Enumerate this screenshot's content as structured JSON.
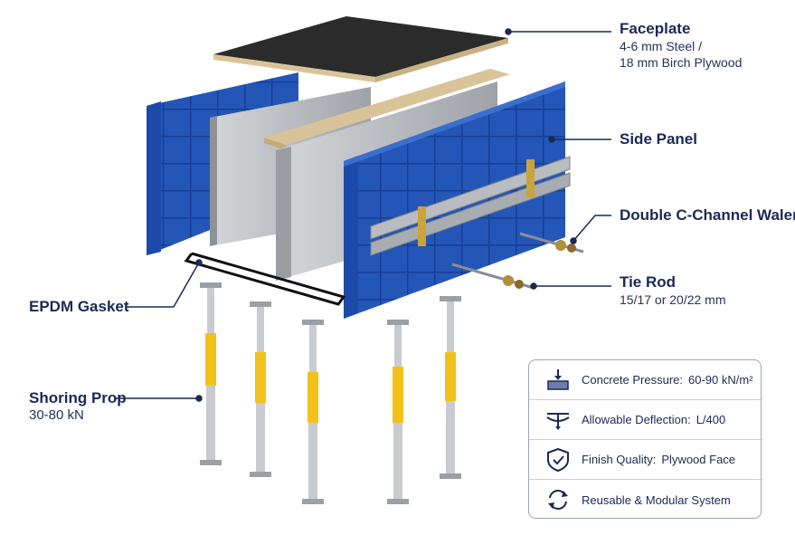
{
  "callouts": {
    "faceplate": {
      "title": "Faceplate",
      "lines": [
        "4-6 mm Steel /",
        "18 mm Birch Plywood"
      ]
    },
    "side_panel": {
      "title": "Side Panel"
    },
    "waler": {
      "title": "Double C-Channel Waler"
    },
    "tie_rod": {
      "title": "Tie Rod",
      "lines": [
        "15/17 or 20/22 mm"
      ]
    },
    "gasket": {
      "title": "EPDM Gasket"
    },
    "shoring": {
      "title": "Shoring Prop",
      "lines": [
        "30-80 kN"
      ]
    }
  },
  "specs": [
    {
      "icon": "concrete-pressure-icon",
      "label": "Concrete Pressure:",
      "value": "60-90 kN/m²"
    },
    {
      "icon": "deflection-icon",
      "label": "Allowable Deflection:",
      "value": "L/400"
    },
    {
      "icon": "shield-check-icon",
      "label": "Finish Quality:",
      "value": "Plywood Face"
    },
    {
      "icon": "reuse-arrows-icon",
      "label": "Reusable & Modular System",
      "value": ""
    }
  ],
  "colors": {
    "text": "#1b2a55",
    "panel_blue": "#2456b8",
    "steel": "#b8bbbf",
    "prop_yellow": "#f2c21b",
    "faceplate_dark": "#2b2b2b",
    "plywood": "#d9c49a"
  }
}
